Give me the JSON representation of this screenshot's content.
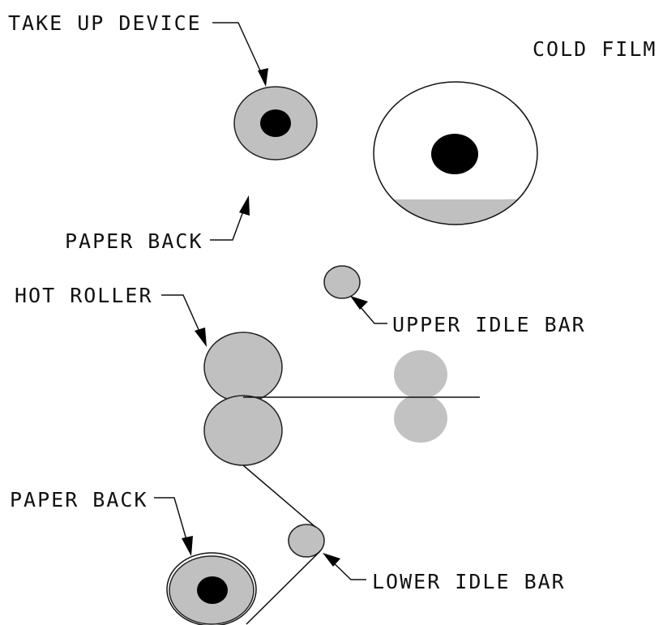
{
  "labels": {
    "take_up_device": "TAKE UP DEVICE",
    "cold_film": "COLD FILM",
    "paper_back_top": "PAPER BACK",
    "hot_roller": "HOT ROLLER",
    "upper_idle_bar": "UPPER IDLE BAR",
    "paper_back_bottom": "PAPER BACK",
    "lower_idle_bar": "LOWER IDLE BAR"
  },
  "colors": {
    "roller_fill": "#c0c0c0",
    "hub": "#000000",
    "line": "#111111",
    "background": "#ffffff"
  }
}
